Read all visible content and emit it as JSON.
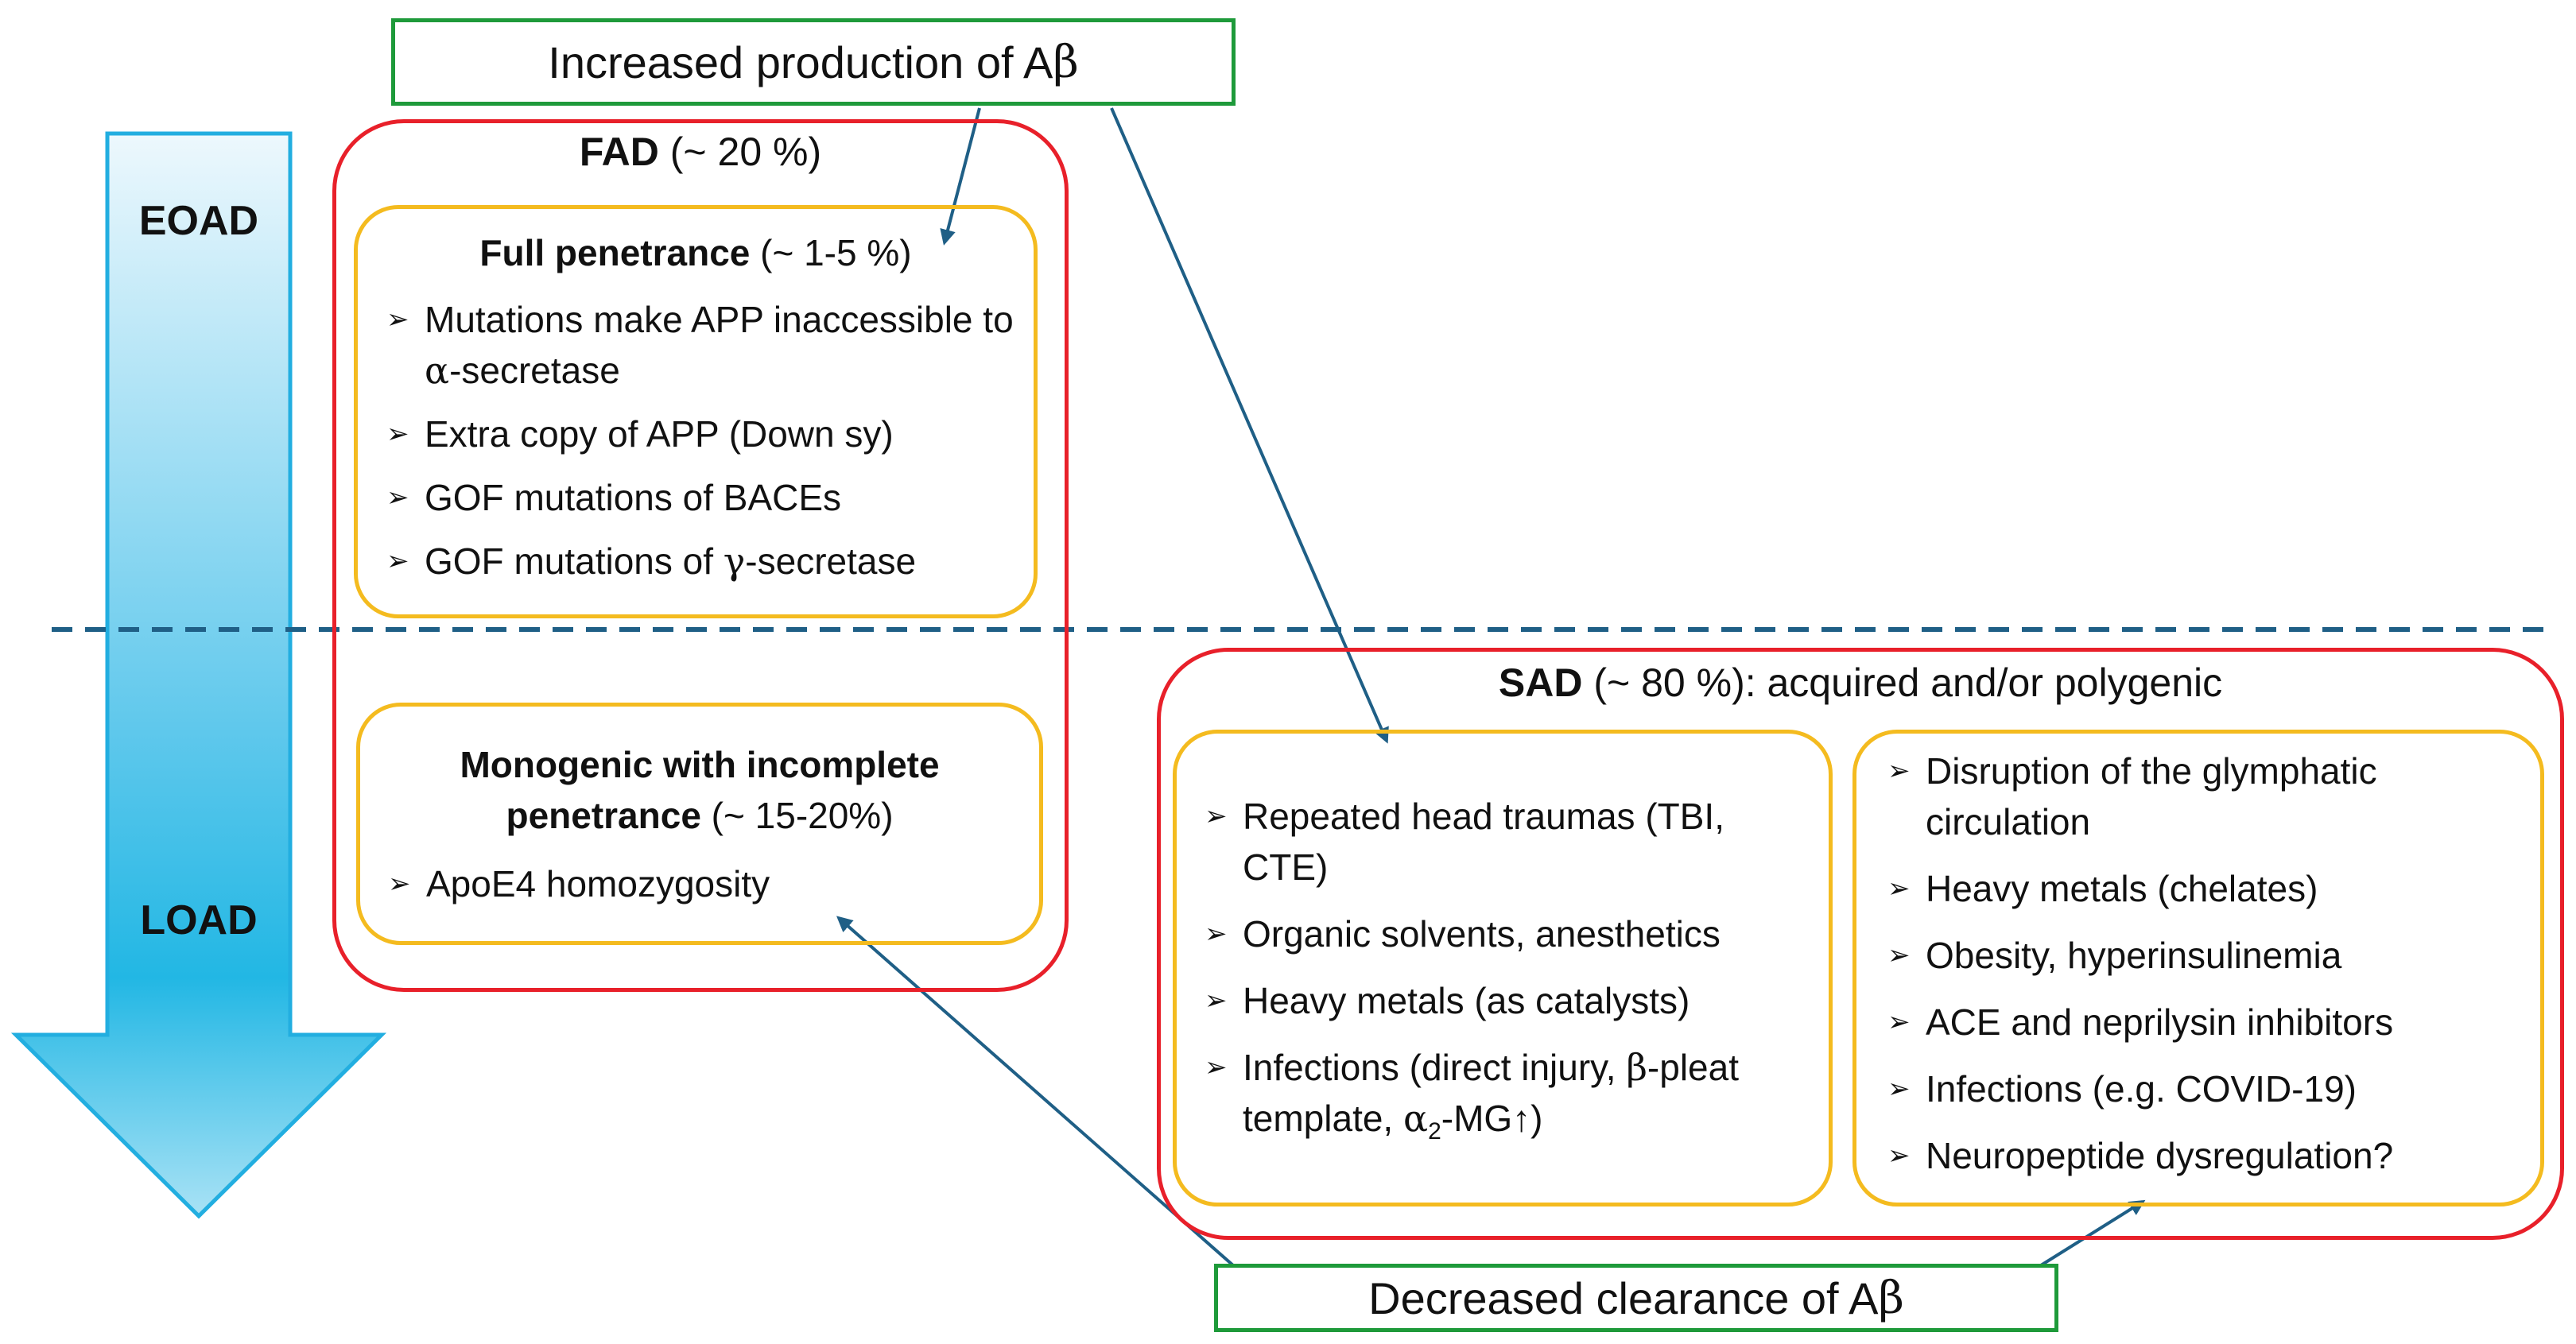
{
  "top_box": {
    "prefix": "Increased production of A",
    "greek": "β"
  },
  "bottom_box": {
    "prefix": "Decreased clearance of A",
    "greek": "β"
  },
  "arrow": {
    "top_label": "EOAD",
    "bottom_label": "LOAD"
  },
  "fad": {
    "title_bold": "FAD",
    "title_rest": " (~ 20 %)",
    "full": {
      "title_bold": "Full penetrance",
      "title_rest": " (~ 1-5 %)",
      "items": [
        "Mutations make APP inaccessible to ",
        "Extra copy of APP (Down sy)",
        "GOF mutations of BACEs",
        "GOF mutations of "
      ],
      "alpha": "α",
      "alpha_tail": "-secretase",
      "gamma": "γ",
      "gamma_tail": "-secretase"
    },
    "mono": {
      "title_bold": "Monogenic with incomplete penetrance",
      "title_rest": " (~ 15-20%)",
      "items": [
        "ApoE4 homozygosity"
      ]
    }
  },
  "sad": {
    "title_bold": "SAD",
    "title_rest": " (~ 80 %): acquired and/or polygenic",
    "left_items": [
      "Repeated head traumas (TBI, CTE)",
      "Organic solvents, anesthetics",
      "Heavy metals (as catalysts)",
      "Infections (direct injury, "
    ],
    "infection_beta": "β",
    "infection_mid": "-pleat template, ",
    "infection_alpha": "α",
    "infection_sub": "2",
    "infection_tail": "-MG↑)",
    "right_items": [
      "Disruption of the glymphatic circulation",
      "Heavy metals (chelates)",
      "Obesity, hyperinsulinemia",
      "ACE and neprilysin inhibitors",
      "Infections (e.g. COVID-19)",
      "Neuropeptide dysregulation?"
    ]
  },
  "bullet_glyph": "➢",
  "colors": {
    "green": "#1e9a3a",
    "red": "#e8202a",
    "yellow": "#f4bb1f",
    "connector": "#1f5f86",
    "dashed_line": "#1f5f86",
    "arrow_top": "#e8f6fc",
    "arrow_bottom": "#22b7e4"
  }
}
